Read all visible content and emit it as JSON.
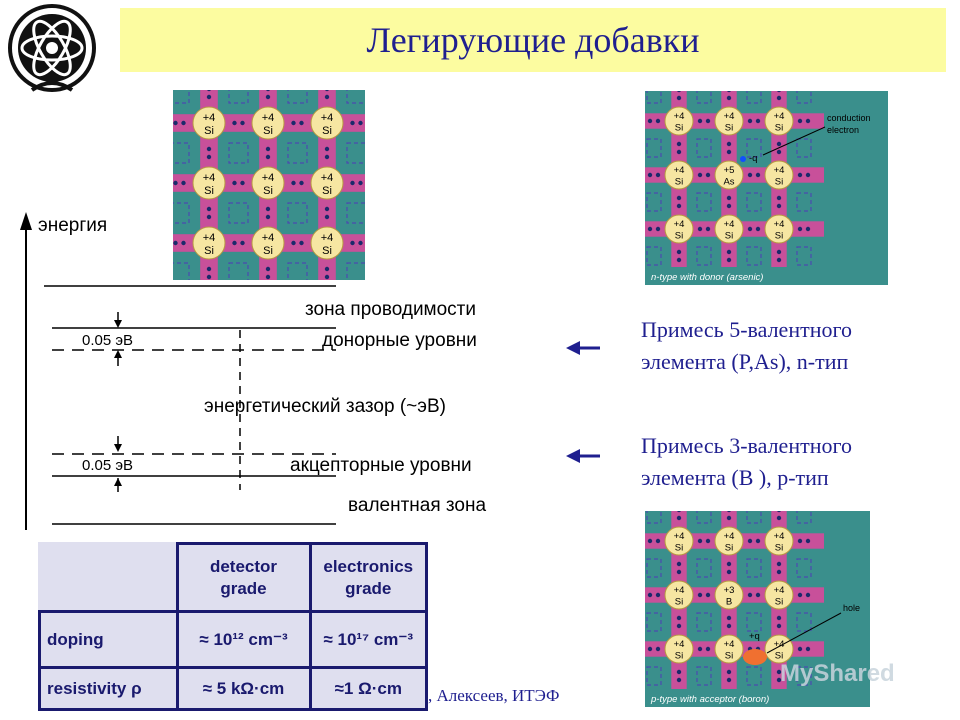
{
  "title": "Легирующие добавки",
  "logo": {
    "icon": "itep-logo-icon"
  },
  "lattice_pure": {
    "rows": [
      [
        "+4",
        "+4",
        "+4"
      ],
      [
        "+4",
        "+4",
        "+4"
      ],
      [
        "+4",
        "+4",
        "+4"
      ]
    ],
    "atoms": [
      [
        "Si",
        "Si",
        "Si"
      ],
      [
        "Si",
        "Si",
        "Si"
      ],
      [
        "Si",
        "Si",
        "Si"
      ]
    ]
  },
  "lattice_n": {
    "rows": [
      [
        "+4",
        "+4",
        "+4"
      ],
      [
        "+4",
        "+5",
        "+4"
      ],
      [
        "+4",
        "+4",
        "+4"
      ]
    ],
    "atoms": [
      [
        "Si",
        "Si",
        "Si"
      ],
      [
        "Si",
        "As",
        "Si"
      ],
      [
        "Si",
        "Si",
        "Si"
      ]
    ],
    "charge_label": "-q",
    "annotation_line1": "conduction",
    "annotation_line2": "electron",
    "caption": "n-type with donor (arsenic)"
  },
  "lattice_p": {
    "rows": [
      [
        "+4",
        "+4",
        "+4"
      ],
      [
        "+4",
        "+3",
        "+4"
      ],
      [
        "+4",
        "+4",
        "+4"
      ]
    ],
    "atoms": [
      [
        "Si",
        "Si",
        "Si"
      ],
      [
        "Si",
        "B",
        "Si"
      ],
      [
        "Si",
        "Si",
        "Si"
      ]
    ],
    "charge_label": "+q",
    "annotation": "hole",
    "caption": "p-type with acceptor (boron)"
  },
  "diagram": {
    "energy_label": "энергия",
    "conduction_band": "зона проводимости",
    "donor_levels": "донорные  уровни",
    "gap": "энергетический зазор (~эВ)",
    "acceptor_levels": "акцепторные уровни",
    "valence_band": "валентная зона",
    "donor_gap_value": "0.05 эВ",
    "acceptor_gap_value": "0.05 эВ"
  },
  "notes": {
    "n_type_line1": "Примесь 5-валентного",
    "n_type_line2": "элемента (P,As), n-тип",
    "p_type_line1": "Примесь 3-валентного",
    "p_type_line2": "элемента (B ), p-тип"
  },
  "table": {
    "header_detector_1": "detector",
    "header_detector_2": "grade",
    "header_electronics_1": "electronics",
    "header_electronics_2": "grade",
    "row1_label": "doping",
    "row1_detector": "≈ 10¹² cm⁻³",
    "row1_electronics": "≈ 10¹⁷ cm⁻³",
    "row2_label": "resistivity  ρ",
    "row2_detector": "≈ 5 kΩ·cm",
    "row2_electronics": "≈1 Ω·cm"
  },
  "footer": ", Алексеев, ИТЭФ",
  "watermark": "MyShared",
  "colors": {
    "title_bg": "#fcfca0",
    "title_text": "#1f1f8f",
    "lattice_bg": "#3a8f8c",
    "bond": "#c8509a",
    "atom": "#f6e6a2",
    "hole": "#f07030",
    "arrow": "#1f1f8f"
  }
}
